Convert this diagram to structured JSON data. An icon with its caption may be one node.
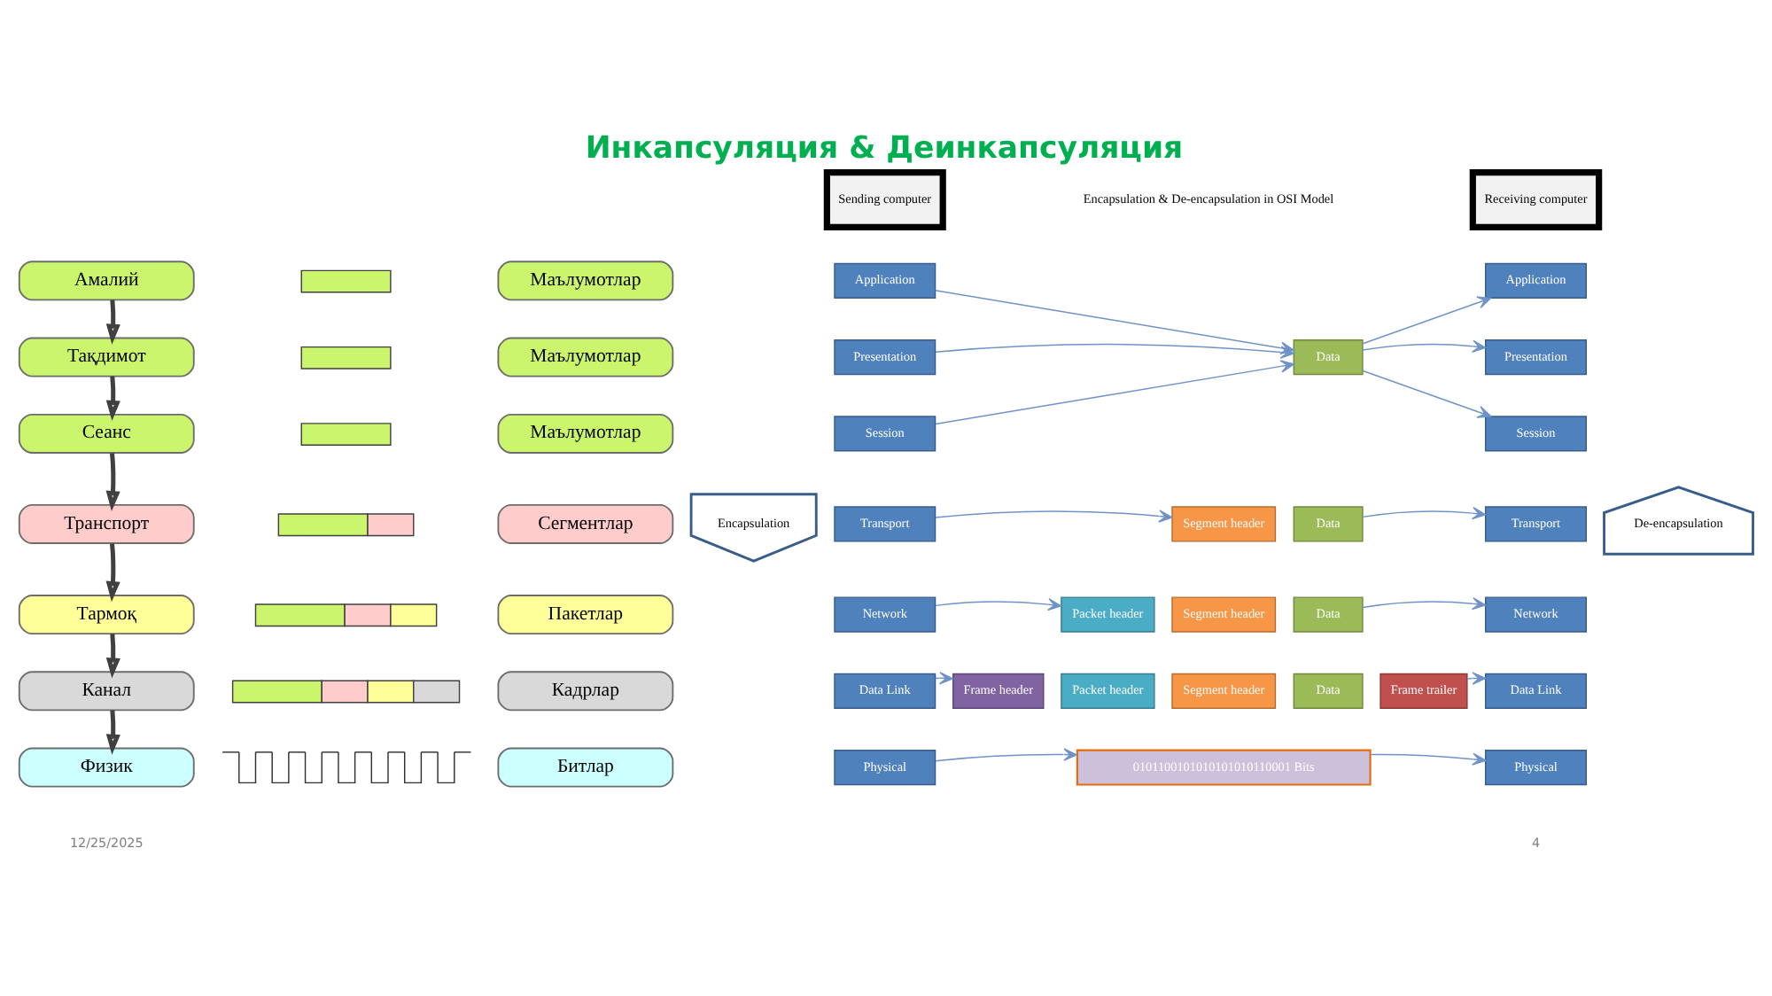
{
  "diagram": {
    "title": "Инкапсуляция & Деинкапсуляция",
    "nodes": [
      {
        "text": [
          "Амалий"
        ]
      },
      {
        "text": [
          "Тақдимот"
        ]
      },
      {
        "text": [
          "Сеанс"
        ]
      },
      {
        "text": [
          "Транспорт"
        ]
      },
      {
        "text": [
          "Тармоқ"
        ]
      },
      {
        "text": [
          "Канал"
        ]
      },
      {
        "text": [
          "Физик"
        ]
      },
      {
        "text": [],
        "shape": "bar"
      },
      {
        "text": [],
        "shape": "bar"
      },
      {
        "text": [],
        "shape": "bar"
      },
      {
        "text": [],
        "shape": "bar"
      },
      {
        "text": [],
        "shape": "bar"
      },
      {
        "text": [],
        "shape": "bar"
      },
      {
        "text": [],
        "shape": "picture"
      },
      {
        "text": [
          "Маълумотлар"
        ]
      },
      {
        "text": [
          "Маълумотлар"
        ]
      },
      {
        "text": [
          "Маълумотлар"
        ]
      },
      {
        "text": [
          "Сегментлар"
        ]
      },
      {
        "text": [
          "Пакетлар"
        ]
      },
      {
        "text": [
          "Кадрлар"
        ]
      },
      {
        "text": [
          "Битлар"
        ]
      },
      {
        "text": [
          "Sending computer"
        ]
      },
      {
        "text": [
          "Receiving computer"
        ]
      },
      {
        "text": [
          "Encapsulation"
        ]
      },
      {
        "text": [
          "Application"
        ]
      },
      {
        "text": [
          "Presentation"
        ]
      },
      {
        "text": [
          "Session"
        ]
      },
      {
        "text": [
          "Transport"
        ]
      },
      {
        "text": [
          "Network"
        ]
      },
      {
        "text": [
          "Data Link"
        ]
      },
      {
        "text": [
          "Physical"
        ]
      },
      {
        "text": [
          "Data"
        ]
      },
      {
        "text": [
          "Segment header"
        ]
      },
      {
        "text": [
          "Data"
        ]
      },
      {
        "text": [
          "Packet header"
        ]
      },
      {
        "text": [
          "Segment header"
        ]
      },
      {
        "text": [
          "Data"
        ]
      },
      {
        "text": [
          "Frame header"
        ]
      },
      {
        "text": [
          "Packet header"
        ]
      },
      {
        "text": [
          "Segment header"
        ]
      },
      {
        "text": [
          "Data"
        ]
      },
      {
        "text": [
          "Frame trailer"
        ]
      },
      {
        "text": [
          "0101100101010101010110001 Bits"
        ]
      },
      {
        "text": [
          "Application"
        ]
      },
      {
        "text": [
          "Presentation"
        ]
      },
      {
        "text": [
          "Session"
        ]
      },
      {
        "text": [
          "Transport"
        ]
      },
      {
        "text": [
          "Network"
        ]
      },
      {
        "text": [
          "Data Link"
        ]
      },
      {
        "text": [
          "Physical"
        ]
      },
      {
        "text": [
          "De-encapsulation"
        ]
      }
    ],
    "edges": [
      {
        "from": 0,
        "to": 1,
        "arrow": "to",
        "style": "thick",
        "color": "#404040"
      },
      {
        "from": 1,
        "to": 2,
        "arrow": "to",
        "style": "thick",
        "color": "#404040"
      },
      {
        "from": 2,
        "to": 3,
        "arrow": "to",
        "style": "thick",
        "color": "#404040"
      },
      {
        "from": 3,
        "to": 4,
        "arrow": "to",
        "style": "thick",
        "color": "#404040"
      },
      {
        "from": 4,
        "to": 5,
        "arrow": "to",
        "style": "thick",
        "color": "#404040"
      },
      {
        "from": 5,
        "to": 6,
        "arrow": "to",
        "style": "thick",
        "color": "#404040"
      },
      {
        "from": 24,
        "to": 31,
        "arrow": "to"
      },
      {
        "from": 25,
        "to": 31,
        "arrow": "to"
      },
      {
        "from": 26,
        "to": 31,
        "arrow": "to"
      },
      {
        "from": 31,
        "to": 43,
        "arrow": "to"
      },
      {
        "from": 31,
        "to": 44,
        "arrow": "to"
      },
      {
        "from": 31,
        "to": 45,
        "arrow": "to"
      },
      {
        "from": 27,
        "to": 32,
        "arrow": "to"
      },
      {
        "from": 33,
        "to": 46,
        "arrow": "to"
      },
      {
        "from": 28,
        "to": 34,
        "arrow": "to"
      },
      {
        "from": 36,
        "to": 47,
        "arrow": "to"
      },
      {
        "from": 29,
        "to": 37,
        "arrow": "to"
      },
      {
        "from": 41,
        "to": 48,
        "arrow": "to"
      },
      {
        "from": 30,
        "to": 42,
        "arrow": "to"
      },
      {
        "from": 42,
        "to": 49,
        "arrow": "to"
      }
    ],
    "labels": [
      "Encapsulation & De-encapsulation in OSI Model",
      "12/25/2025",
      "4"
    ]
  }
}
